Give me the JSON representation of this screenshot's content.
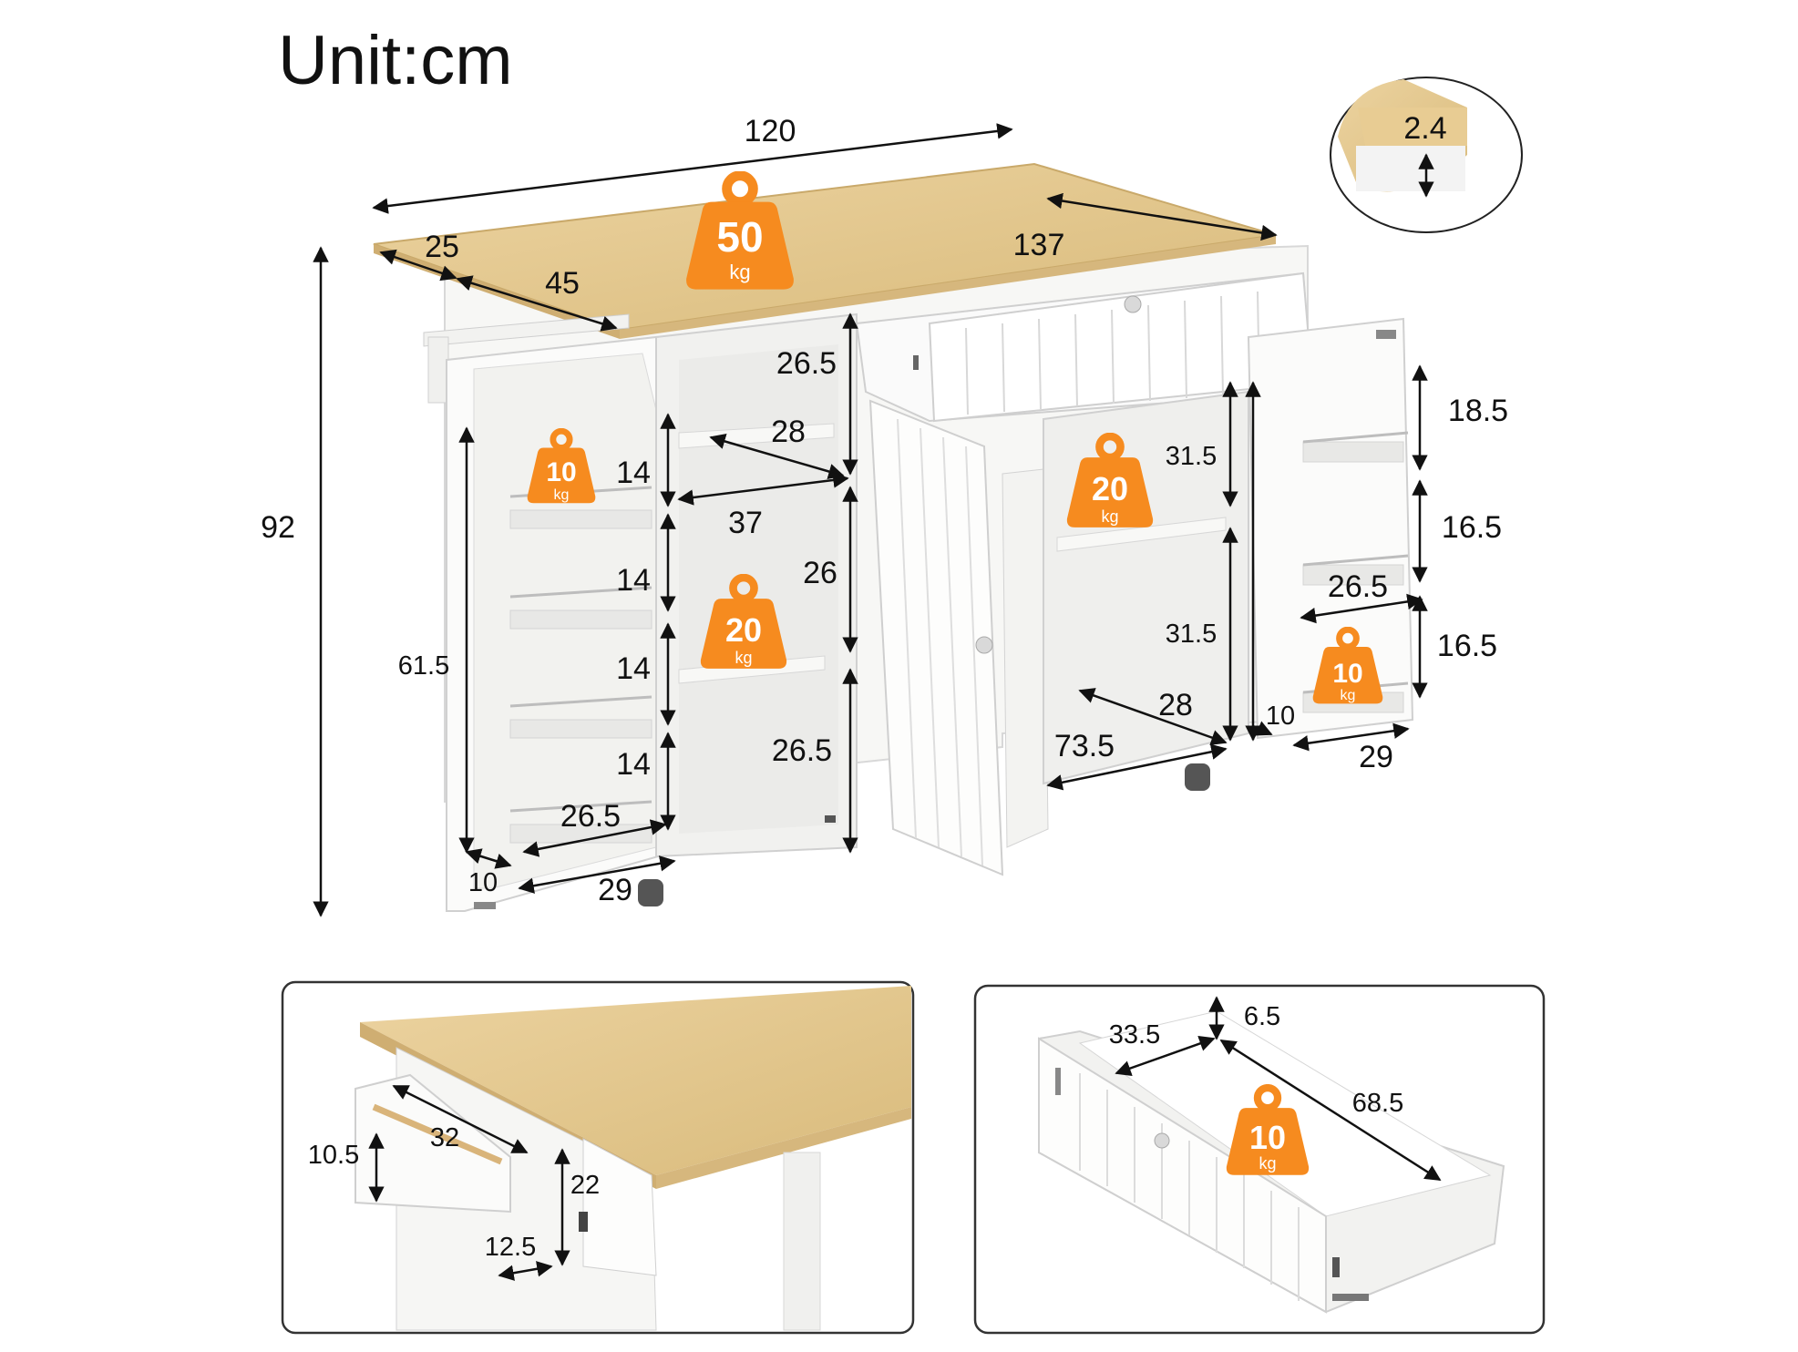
{
  "title": "Unit:cm",
  "main": {
    "overall_width": "120",
    "overall_height": "92",
    "extended_length": "137",
    "drop_leaf": "25",
    "depth": "45",
    "top_thickness": "2.4",
    "top_load": {
      "value": "50",
      "unit": "kg"
    },
    "left_rack": {
      "height": "61.5",
      "shelf_gaps": [
        "14",
        "14",
        "14",
        "14"
      ],
      "width": "26.5",
      "depth": "29",
      "small": "10",
      "load": {
        "value": "10",
        "unit": "kg"
      }
    },
    "center_cabinet": {
      "top_gap": "26.5",
      "shelf_depth": "28",
      "shelf_width": "37",
      "mid_gap": "26",
      "bottom_gap": "26.5",
      "load": {
        "value": "20",
        "unit": "kg"
      }
    },
    "right_cabinet": {
      "upper_gap": "31.5",
      "lower_gap": "31.5",
      "depth": "28",
      "width": "73.5",
      "load": {
        "value": "20",
        "unit": "kg"
      }
    },
    "right_rack": {
      "gaps": [
        "18.5",
        "16.5",
        "16.5"
      ],
      "width": "26.5",
      "depth": "29",
      "small": "10",
      "load": {
        "value": "10",
        "unit": "kg"
      }
    }
  },
  "towel_panel": {
    "bar_length": "32",
    "height": "10.5",
    "side_height": "22",
    "side_depth": "12.5"
  },
  "drawer_panel": {
    "width": "33.5",
    "height": "6.5",
    "length": "68.5",
    "load": {
      "value": "10",
      "unit": "kg"
    }
  },
  "colors": {
    "wood": "#e4c98e",
    "white": "#f7f7f5",
    "badge": "#f68b1f",
    "outline": "#c9c9c9"
  }
}
